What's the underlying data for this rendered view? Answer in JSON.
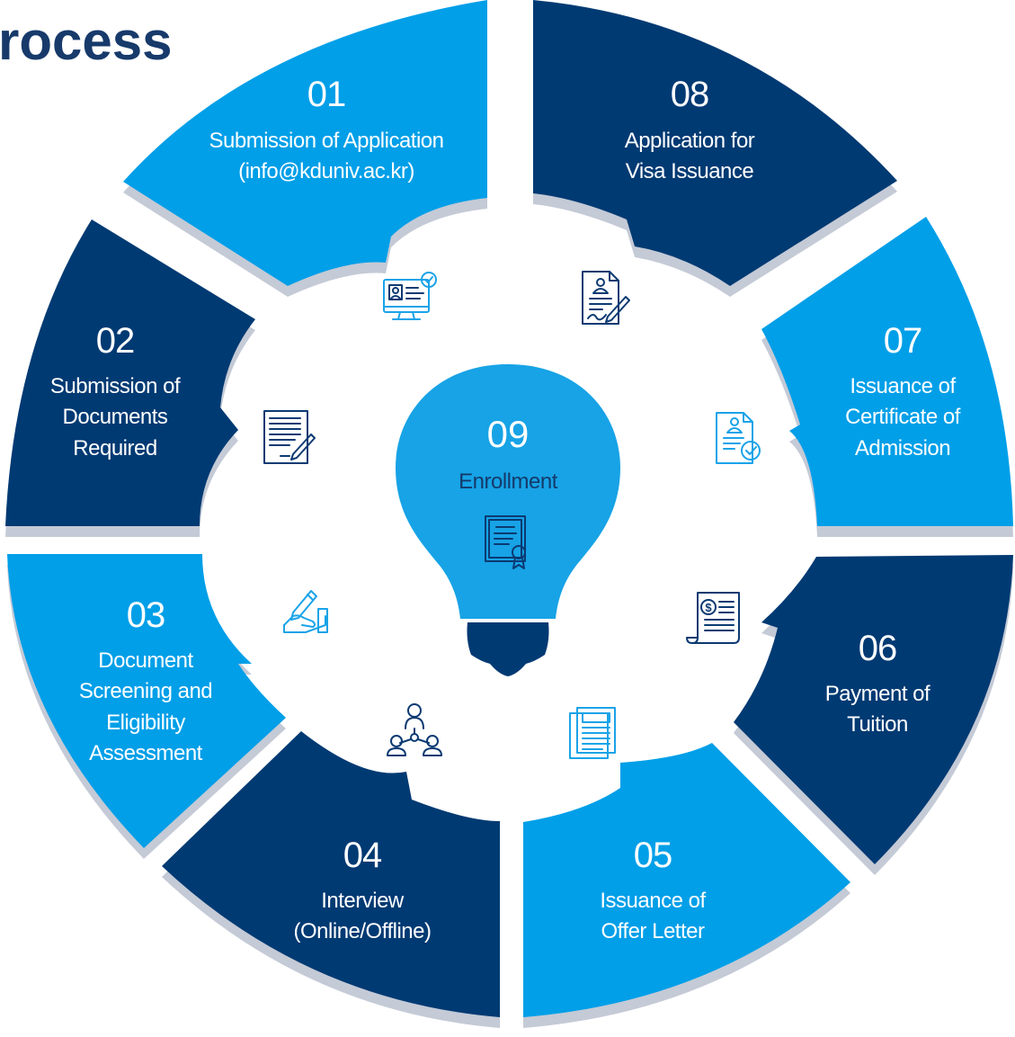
{
  "title": "rocess",
  "colors": {
    "dark": "#003a73",
    "light": "#009fe8",
    "shadow": "#c4cad6",
    "bulb": "#17a3e6"
  },
  "steps": [
    {
      "number": "01",
      "lines": [
        "Submission of Application",
        "(info@kduniv.ac.kr)"
      ],
      "tone": "light",
      "icon": "monitor-profile-icon"
    },
    {
      "number": "02",
      "lines": [
        "Submission of",
        "Documents",
        "Required"
      ],
      "tone": "dark",
      "icon": "document-pen-icon"
    },
    {
      "number": "03",
      "lines": [
        "Document",
        "Screening and",
        "Eligibility",
        "Assessment"
      ],
      "tone": "light",
      "icon": "hand-writing-icon"
    },
    {
      "number": "04",
      "lines": [
        "Interview",
        "(Online/Offline)"
      ],
      "tone": "dark",
      "icon": "people-network-icon"
    },
    {
      "number": "05",
      "lines": [
        "Issuance of",
        "Offer Letter"
      ],
      "tone": "light",
      "icon": "documents-stack-icon"
    },
    {
      "number": "06",
      "lines": [
        "Payment of",
        "Tuition"
      ],
      "tone": "dark",
      "icon": "invoice-dollar-icon"
    },
    {
      "number": "07",
      "lines": [
        "Issuance of",
        "Certificate of",
        "Admission"
      ],
      "tone": "light",
      "icon": "certificate-check-icon"
    },
    {
      "number": "08",
      "lines": [
        "Application for",
        "Visa Issuance"
      ],
      "tone": "dark",
      "icon": "contract-sign-icon"
    }
  ],
  "center": {
    "number": "09",
    "label": "Enrollment",
    "icon": "diploma-icon"
  }
}
